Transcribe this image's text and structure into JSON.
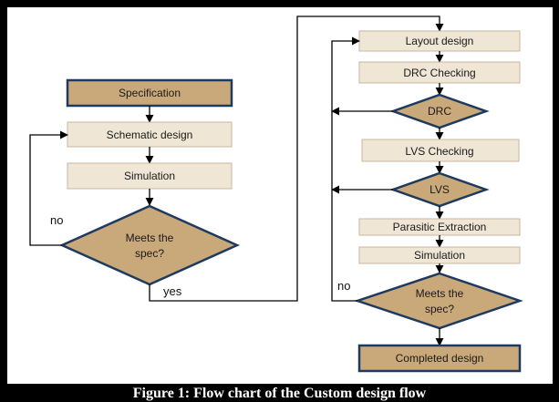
{
  "flowchart": {
    "left": {
      "specification": "Specification",
      "schematic_design": "Schematic design",
      "simulation": "Simulation",
      "decision": [
        "Meets the",
        "spec?"
      ],
      "no_label": "no",
      "yes_label": "yes"
    },
    "right": {
      "layout_design": "Layout design",
      "drc_checking": "DRC Checking",
      "drc": "DRC",
      "lvs_checking": "LVS Checking",
      "lvs": "LVS",
      "parasitic_extraction": "Parasitic Extraction",
      "simulation": "Simulation",
      "decision": [
        "Meets the",
        "spec?"
      ],
      "no_label": "no",
      "completed_design": "Completed design"
    }
  },
  "caption": "Figure 1: Flow chart of the Custom design flow",
  "colors": {
    "tan_fill": "#c9a87a",
    "light_fill": "#f0e6d6",
    "box_border": "#8a6a45",
    "dark_border": "#1f3a5f",
    "decision_fill": "#c9a87a",
    "decision_border": "#1f3a5f",
    "arrow": "#000000"
  }
}
